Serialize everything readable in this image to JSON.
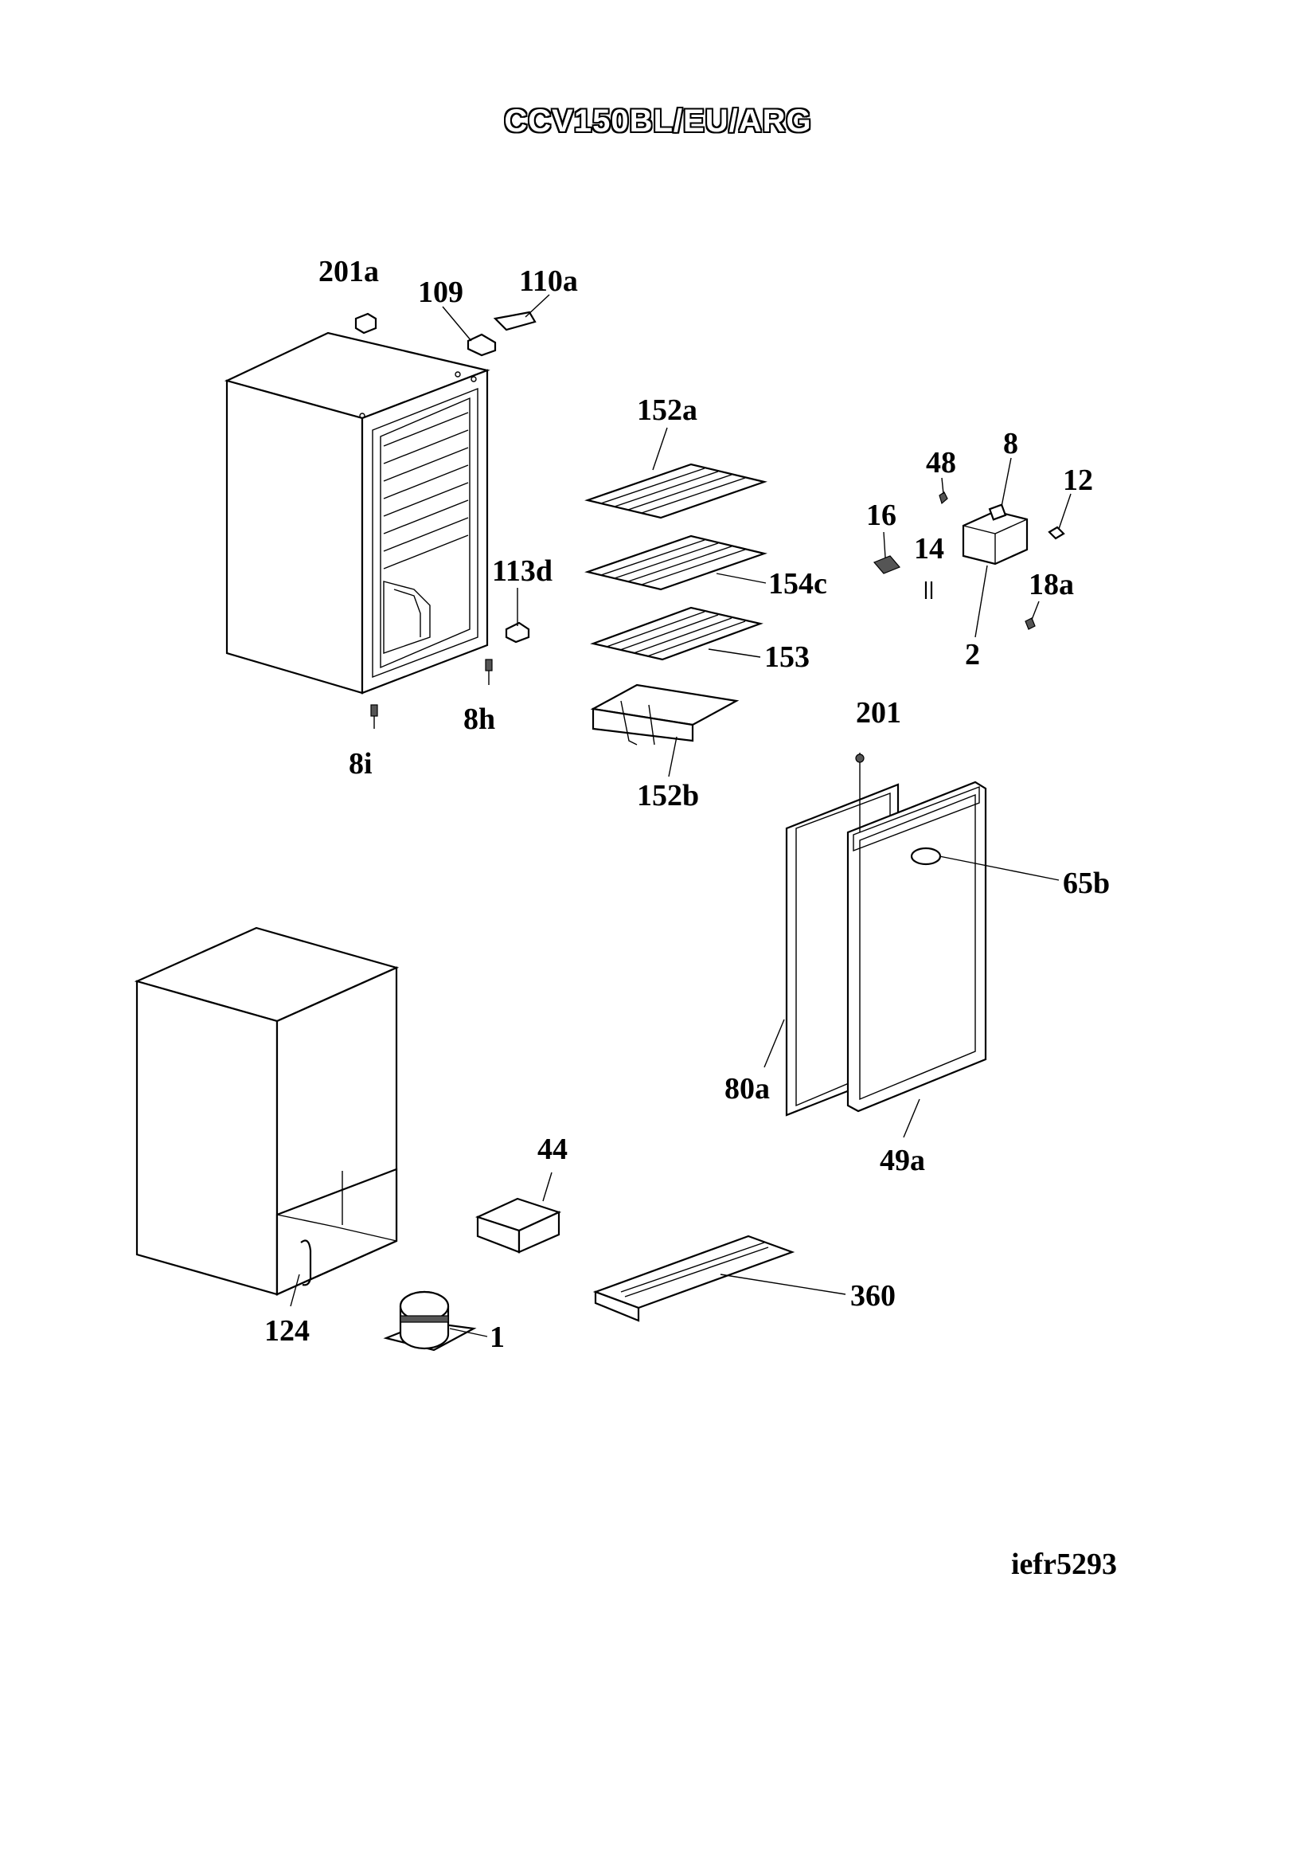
{
  "title": "CCV150BL/EU/ARG",
  "reference": "iefr5293",
  "labels": {
    "l201a": "201a",
    "l109": "109",
    "l110a": "110a",
    "l152a": "152a",
    "l48": "48",
    "l8": "8",
    "l12": "12",
    "l16": "16",
    "l14": "14",
    "l18a": "18a",
    "l2": "2",
    "l113d": "113d",
    "l154c": "154c",
    "l153": "153",
    "l8h": "8h",
    "l8i": "8i",
    "l152b": "152b",
    "l201": "201",
    "l65b": "65b",
    "l80a": "80a",
    "l49a": "49a",
    "l44": "44",
    "l360": "360",
    "l124": "124",
    "l1": "1"
  }
}
